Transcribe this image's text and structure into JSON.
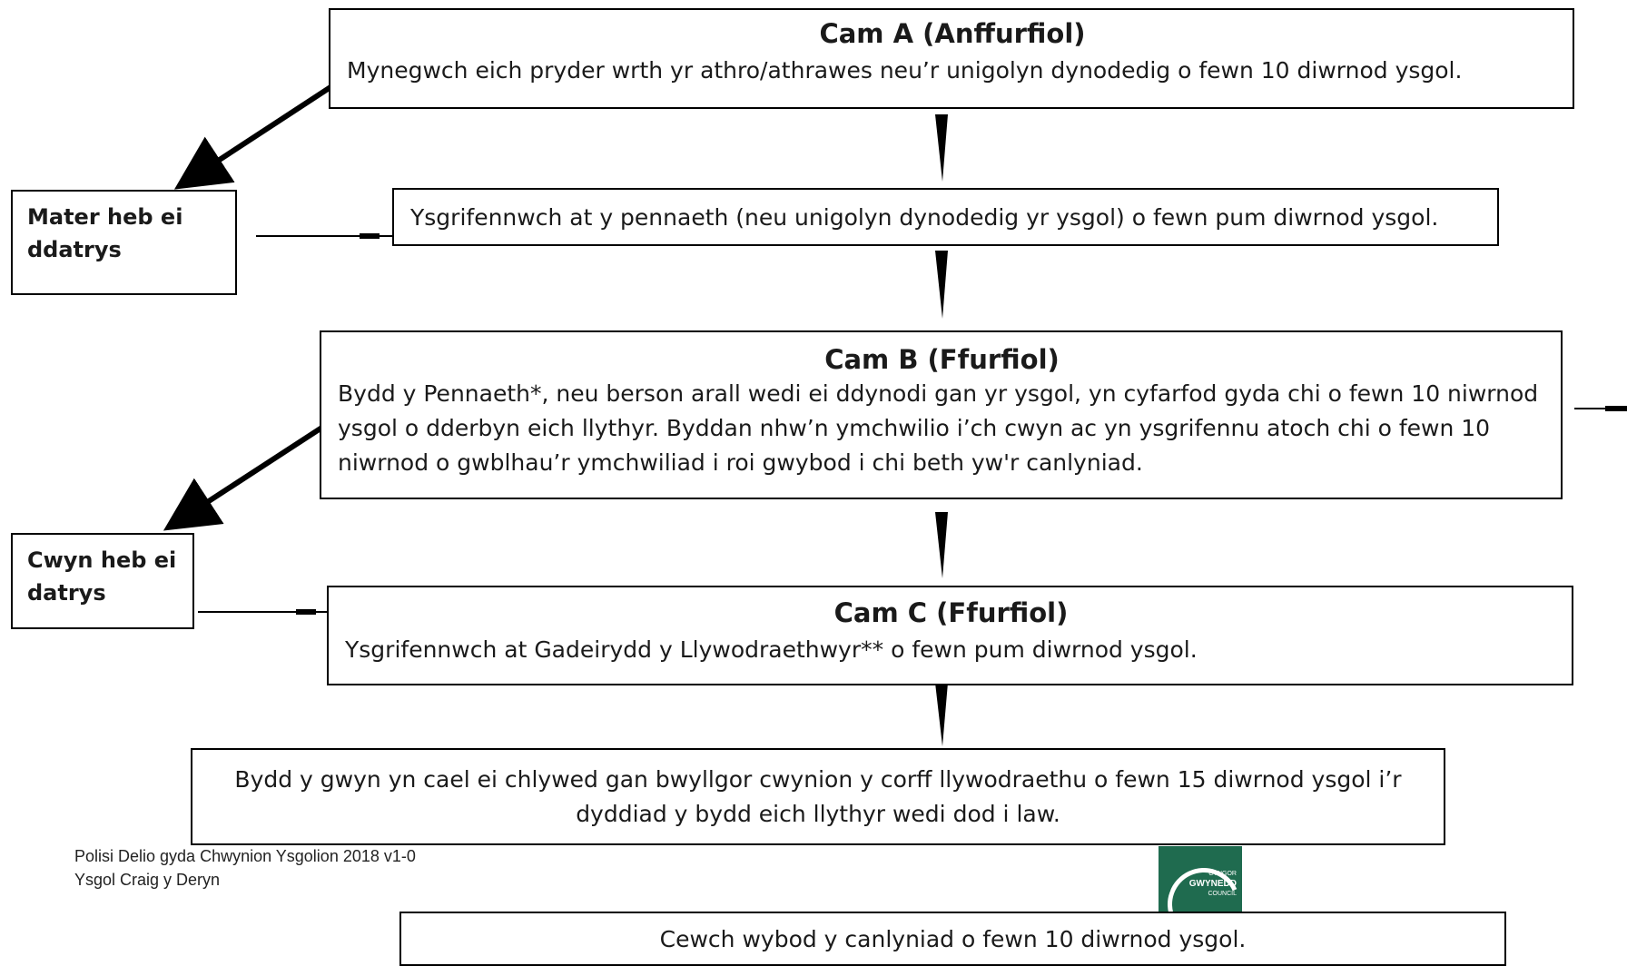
{
  "steps": {
    "cam_a": {
      "title": "Cam A (Anffurfiol)",
      "text": "Mynegwch eich pryder wrth yr athro/athrawes neu’r unigolyn dynodedig o fewn 10 diwrnod ysgol."
    },
    "write_head": {
      "text": "Ysgrifennwch at y pennaeth (neu unigolyn dynodedig yr ysgol) o fewn pum diwrnod ysgol."
    },
    "cam_b": {
      "title": "Cam B (Ffurfiol)",
      "text": "Bydd y Pennaeth*, neu berson arall wedi ei ddynodi gan yr ysgol, yn cyfarfod gyda chi o fewn 10 niwrnod ysgol o dderbyn eich llythyr. Byddan nhw’n ymchwilio i’ch cwyn ac yn ysgrifennu atoch chi o fewn 10 niwrnod o gwblhau’r ymchwiliad i roi gwybod i chi beth yw'r canlyniad."
    },
    "cam_c": {
      "title": "Cam C (Ffurfiol)",
      "text": "Ysgrifennwch at Gadeirydd y Llywodraethwyr** o fewn pum diwrnod ysgol."
    },
    "committee": {
      "text": "Bydd y gwyn yn cael ei chlywed gan bwyllgor cwynion y corff llywodraethu o fewn 15 diwrnod ysgol i’r dyddiad y bydd eich llythyr wedi dod i law."
    },
    "outcome": {
      "text": "Cewch wybod y canlyniad o fewn 10 diwrnod ysgol."
    }
  },
  "side_notes": {
    "matter_unresolved": "Mater heb ei ddatrys",
    "complaint_unresolved": "Cwyn heb ei datrys"
  },
  "footer": {
    "line1": "Polisi Delio gyda Chwynion Ysgolion 2018  v1-0",
    "line2": "Ysgol Craig y Deryn"
  },
  "logo": {
    "line1": "CYNGOR",
    "line2": "GWYNEDD",
    "line3": "COUNCIL"
  }
}
